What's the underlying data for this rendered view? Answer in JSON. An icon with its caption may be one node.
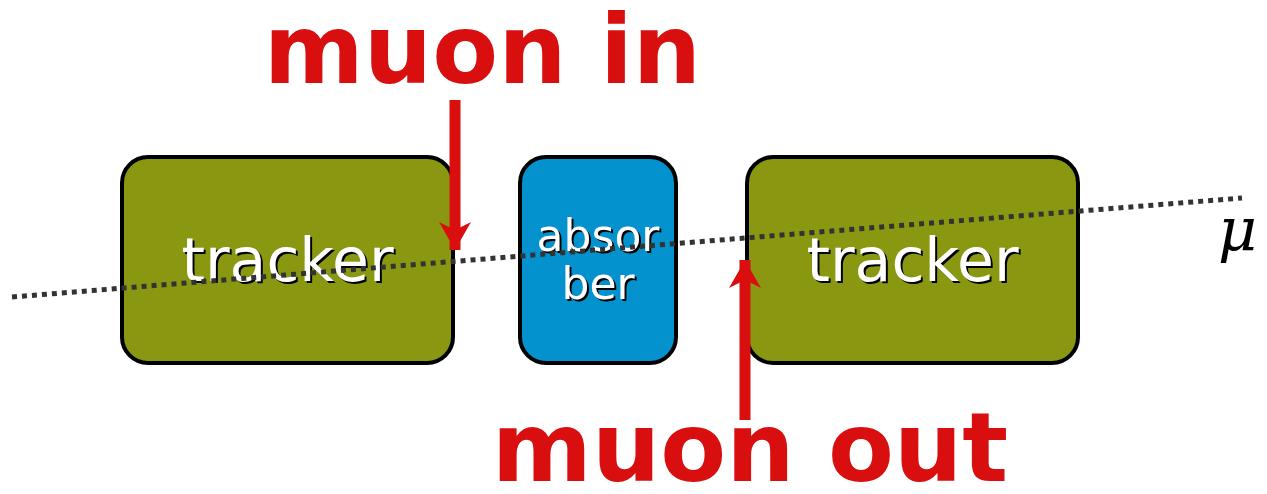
{
  "diagram": {
    "nodes": [
      {
        "text": [
          "muon in"
        ]
      },
      {
        "text": [
          "tracker"
        ]
      },
      {
        "text": [
          "absor ber"
        ]
      },
      {
        "text": [
          "tracker"
        ]
      },
      {
        "text": [
          "muon out"
        ]
      }
    ],
    "edges": [
      {
        "from": 0,
        "to": 1,
        "arrow": "to",
        "color": "#d90f0f"
      },
      {
        "from": 4,
        "to": 3,
        "arrow": "to",
        "color": "#d90f0f"
      }
    ],
    "labels": [
      "μ"
    ]
  }
}
